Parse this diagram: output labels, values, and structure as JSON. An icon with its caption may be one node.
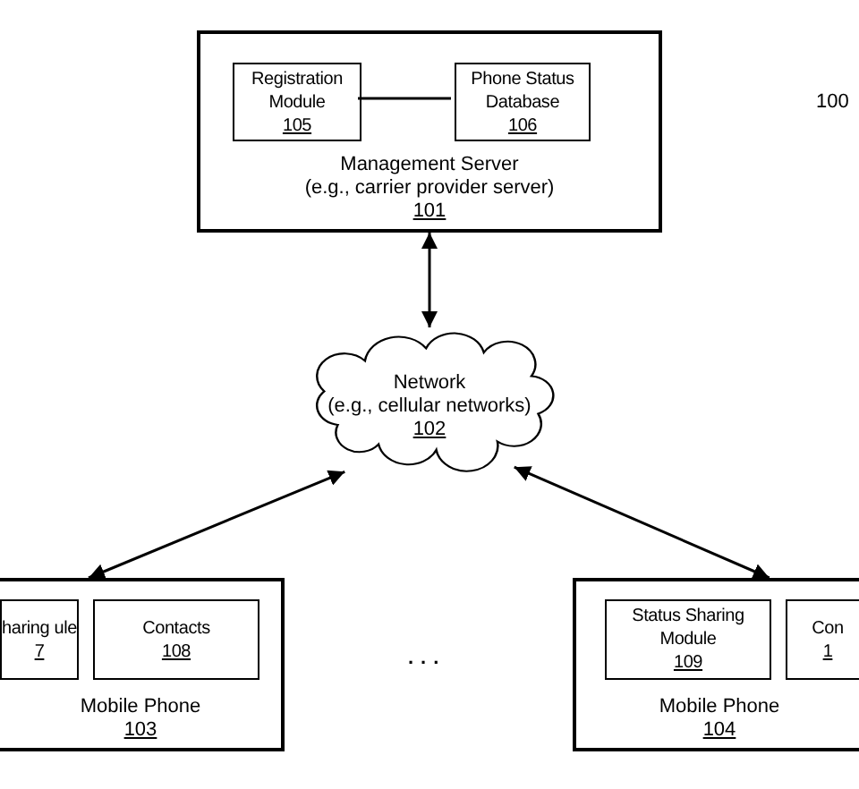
{
  "diagram": {
    "nodes": [
      {
        "text": [
          "Management Server",
          "(e.g., carrier provider server)",
          "101"
        ]
      },
      {
        "text": [
          "Registration Module",
          "105"
        ],
        "in": 0
      },
      {
        "text": [
          "Phone Status Database",
          "106"
        ],
        "in": 0
      },
      {
        "text": [
          "Network",
          "(e.g., cellular networks)",
          "102"
        ]
      },
      {
        "text": [
          "Mobile Phone",
          "103"
        ]
      },
      {
        "text": [
          "haring ule",
          "7"
        ],
        "in": 4
      },
      {
        "text": [
          "Contacts",
          "108"
        ],
        "in": 4
      },
      {
        "text": [
          "Mobile Phone",
          "104"
        ]
      },
      {
        "text": [
          "Status Sharing Module",
          "109"
        ],
        "in": 7
      },
      {
        "text": [
          "Con",
          "1"
        ],
        "in": 7
      }
    ],
    "edges": [
      {
        "from": 1,
        "to": 2,
        "arrow": "none"
      },
      {
        "from": 0,
        "to": 3,
        "arrow": "both"
      },
      {
        "from": 3,
        "to": 4,
        "arrow": "both"
      },
      {
        "from": 3,
        "to": 7,
        "arrow": "both"
      }
    ],
    "labels": [
      "100",
      "..."
    ]
  }
}
